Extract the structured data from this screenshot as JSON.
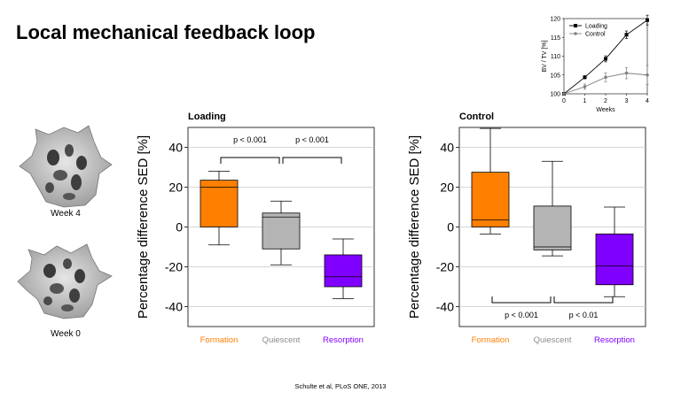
{
  "slide": {
    "title": "Local mechanical feedback loop",
    "citation": "Schulte et al, PLoS ONE, 2013"
  },
  "images": [
    {
      "caption": "Week 4"
    },
    {
      "caption": "Week 0"
    }
  ],
  "colors": {
    "formation": "#ff7f00",
    "quiescent": "#b4b4b4",
    "resorption": "#8000ff"
  },
  "chart_data": [
    {
      "type": "line",
      "title": "",
      "xlabel": "Weeks",
      "ylabel": "BV / TV [%]",
      "xlim": [
        0,
        4
      ],
      "ylim": [
        100,
        120
      ],
      "xticks": [
        "0",
        "1",
        "2",
        "3",
        "4"
      ],
      "yticks": [
        "100",
        "105",
        "110",
        "115",
        "120"
      ],
      "legend_position": "top-left",
      "x": [
        0,
        1,
        2,
        3,
        4
      ],
      "series": [
        {
          "name": "Loading",
          "values": [
            100,
            104.4,
            109.3,
            115.7,
            119.6
          ],
          "errors": [
            0,
            0.4,
            0.8,
            1.0,
            1.3
          ],
          "color": "#000000",
          "marker": "square"
        },
        {
          "name": "Control",
          "values": [
            100,
            101.9,
            104.4,
            105.5,
            105.0
          ],
          "errors": [
            0,
            0.7,
            1.2,
            1.5,
            2.5
          ],
          "color": "#808080",
          "marker": "circle"
        }
      ]
    },
    {
      "type": "box",
      "title": "Loading",
      "ylabel": "Percentage difference SED [%]",
      "ylim": [
        -50,
        50
      ],
      "yticks": [
        "-40",
        "-20",
        "0",
        "20",
        "40"
      ],
      "grid": true,
      "categories": [
        "Formation",
        "Quiescent",
        "Resorption"
      ],
      "boxes": [
        {
          "min": -9,
          "q1": 0,
          "median": 20,
          "q3": 23.5,
          "max": 28
        },
        {
          "min": -19,
          "q1": -11,
          "median": 5,
          "q3": 7,
          "max": 13
        },
        {
          "min": -36,
          "q1": -30,
          "median": -25,
          "q3": -14,
          "max": -6
        }
      ],
      "annotations": [
        {
          "text": "p < 0.001",
          "from": 0,
          "to": 1
        },
        {
          "text": "p < 0.001",
          "from": 1,
          "to": 2
        }
      ]
    },
    {
      "type": "box",
      "title": "Control",
      "ylabel": "Percentage difference SED [%]",
      "ylim": [
        -50,
        50
      ],
      "yticks": [
        "-40",
        "-20",
        "0",
        "20",
        "40"
      ],
      "grid": true,
      "categories": [
        "Formation",
        "Quiescent",
        "Resorption"
      ],
      "boxes": [
        {
          "min": -3.5,
          "q1": 0,
          "median": 3.5,
          "q3": 27.5,
          "max": 49.5
        },
        {
          "min": -14.5,
          "q1": -11.5,
          "median": -10,
          "q3": 10.5,
          "max": 33
        },
        {
          "min": -35,
          "q1": -29,
          "median": -19.5,
          "q3": -3.5,
          "max": 10
        }
      ],
      "annotations": [
        {
          "text": "p < 0.001",
          "from": 0,
          "to": 1
        },
        {
          "text": "p < 0.01",
          "from": 1,
          "to": 2
        }
      ]
    }
  ]
}
